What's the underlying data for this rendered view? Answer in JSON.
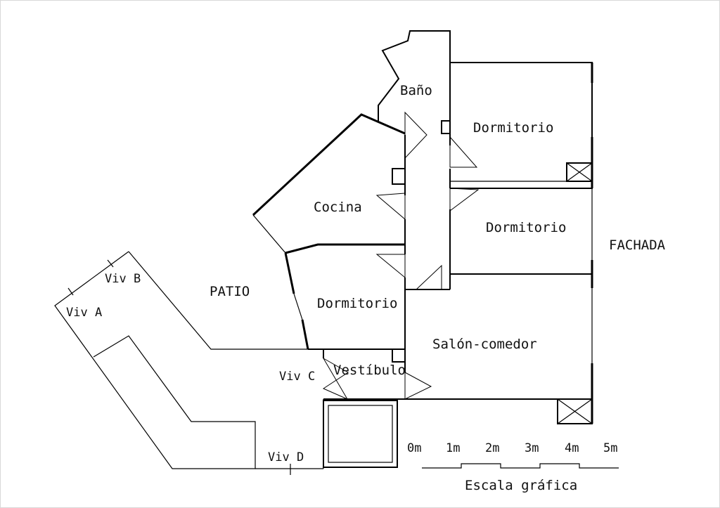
{
  "rooms": {
    "bano": "Baño",
    "dormitorio_1": "Dormitorio",
    "cocina": "Cocina",
    "dormitorio_2": "Dormitorio",
    "dormitorio_3": "Dormitorio",
    "salon": "Salón-comedor",
    "vestibulo": "Vestíbulo"
  },
  "exterior": {
    "patio": "PATIO",
    "fachada": "FACHADA"
  },
  "units": {
    "viv_a": "Viv A",
    "viv_b": "Viv B",
    "viv_c": "Viv C",
    "viv_d": "Viv D"
  },
  "scale": {
    "title": "Escala gráfica",
    "ticks": [
      "0m",
      "1m",
      "2m",
      "3m",
      "4m",
      "5m"
    ]
  }
}
